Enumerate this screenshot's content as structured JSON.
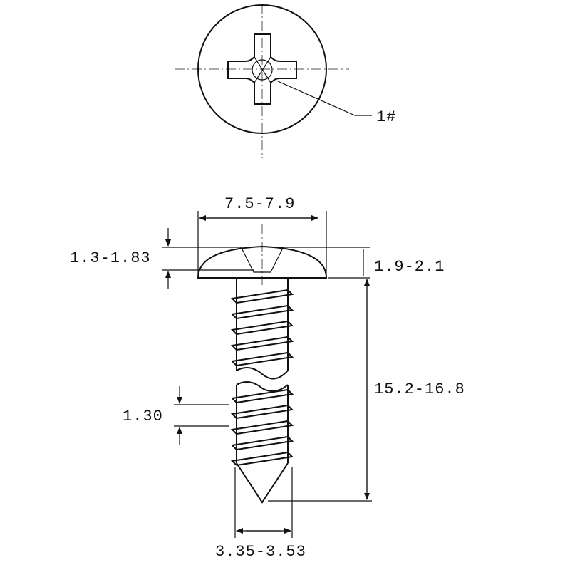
{
  "callout": {
    "recess_size": "1#"
  },
  "dimensions": {
    "head_diameter": "7.5-7.9",
    "recess_depth": "1.3-1.83",
    "head_height": "1.9-2.1",
    "length": "15.2-16.8",
    "thread_pitch": "1.30",
    "thread_diameter": "3.35-3.53"
  }
}
